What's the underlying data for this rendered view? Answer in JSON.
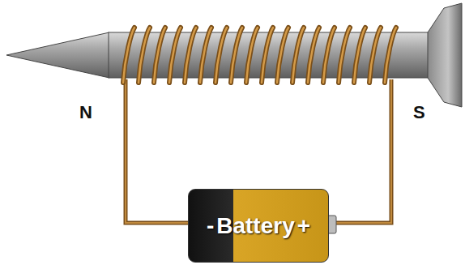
{
  "diagram": {
    "nodes": [
      {
        "text": [
          "-",
          "Battery",
          "+"
        ]
      }
    ],
    "labels": [
      "N",
      "S"
    ]
  }
}
